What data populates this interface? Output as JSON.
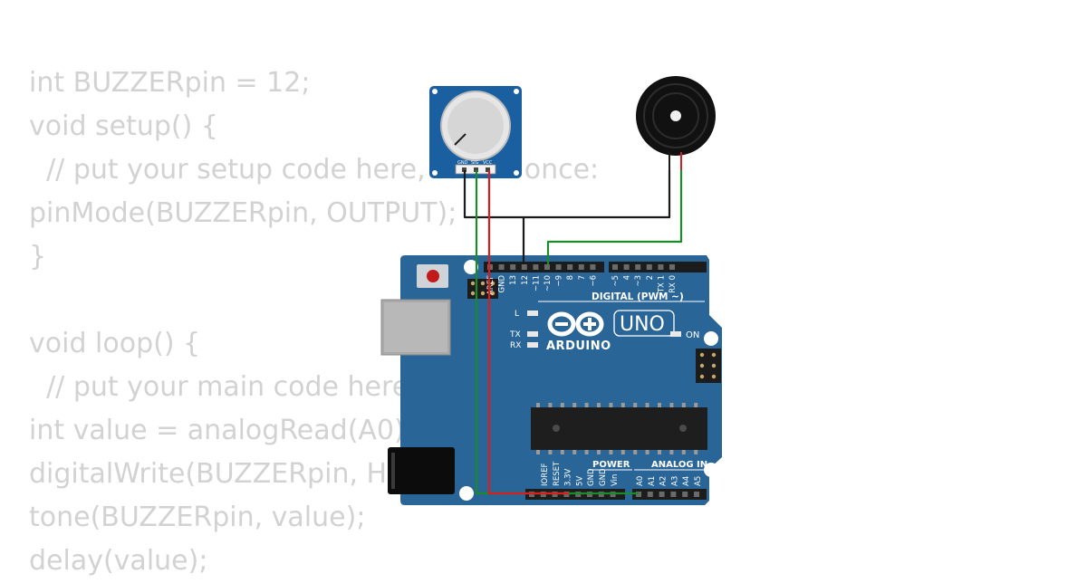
{
  "code_lines": [
    "int BUZZERpin = 12;",
    "void setup() {",
    "  // put your setup code here, to run once:",
    "pinMode(BUZZERpin, OUTPUT);",
    "}",
    "",
    "void loop() {",
    "  // put your main code here, to run repeatedly:",
    "int value = analogRead(A0);",
    "digitalWrite(BUZZERpin, HIGH);",
    "tone(BUZZERpin, value);",
    "delay(value);"
  ],
  "potentiometer": {
    "pins": [
      "GND",
      "SIG",
      "VCC"
    ]
  },
  "board": {
    "brand": "ARDUINO",
    "model": "UNO",
    "digital_label": "DIGITAL (PWM ~)",
    "power_label": "POWER",
    "analog_label": "ANALOG IN",
    "on_label": "ON",
    "l_label": "L",
    "tx_label": "TX",
    "rx_label": "RX",
    "digital_pins": [
      "AREF",
      "GND",
      "13",
      "12",
      "~11",
      "~10",
      "~9",
      "8",
      "7",
      "~6",
      "~5",
      "4",
      "~3",
      "2",
      "TX 1",
      "RX 0"
    ],
    "power_pins": [
      "IOREF",
      "RESET",
      "3.3V",
      "5V",
      "GND",
      "GND",
      "Vin"
    ],
    "analog_pins": [
      "A0",
      "A1",
      "A2",
      "A3",
      "A4",
      "A5"
    ]
  },
  "colors": {
    "board": "#2a6597",
    "board_text": "#ffffff",
    "wire_black": "#1a1a1a",
    "wire_red": "#d81e1e",
    "wire_green": "#1a8a2a",
    "code_text": "#d2d2d2",
    "pot_body": "#1a5fa0"
  }
}
